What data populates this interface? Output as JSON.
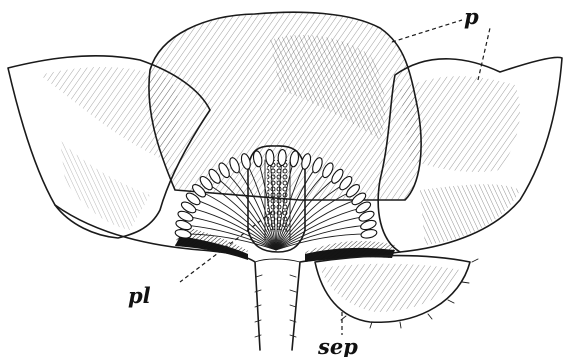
{
  "labels": {
    "petal": "p",
    "placenta": "pl",
    "sepal": "sep"
  }
}
